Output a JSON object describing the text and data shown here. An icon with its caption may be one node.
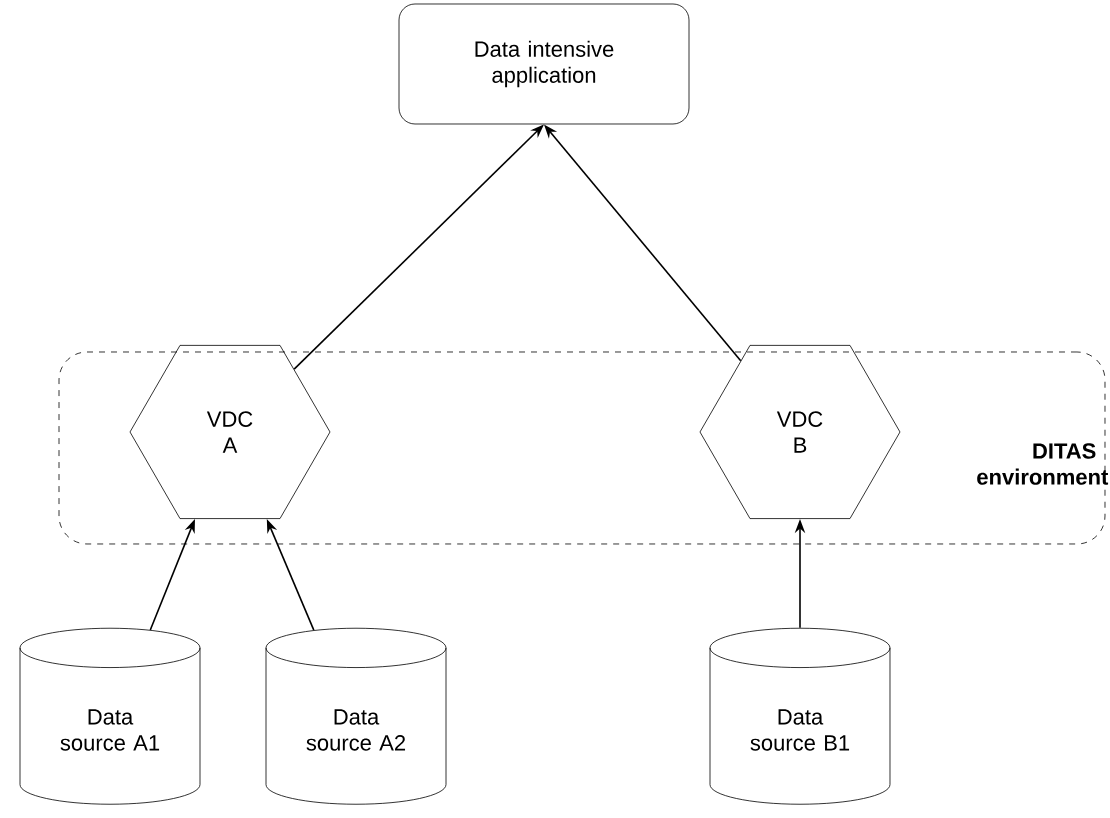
{
  "diagram": {
    "nodes": [
      {
        "text": [
          "Data intensive application"
        ]
      },
      {
        "text": [
          "DITAS environment"
        ]
      },
      {
        "text": [
          "VDC A"
        ],
        "in": 1
      },
      {
        "text": [
          "VDC B"
        ],
        "in": 1
      },
      {
        "text": [
          "Data source A1"
        ]
      },
      {
        "text": [
          "Data source A2"
        ]
      },
      {
        "text": [
          "Data source B1"
        ]
      }
    ],
    "edges": [
      {
        "from": 2,
        "to": 0,
        "arrow": "to"
      },
      {
        "from": 3,
        "to": 0,
        "arrow": "to"
      },
      {
        "from": 4,
        "to": 2,
        "arrow": "to"
      },
      {
        "from": 5,
        "to": 2,
        "arrow": "to"
      },
      {
        "from": 6,
        "to": 3,
        "arrow": "to"
      }
    ]
  }
}
